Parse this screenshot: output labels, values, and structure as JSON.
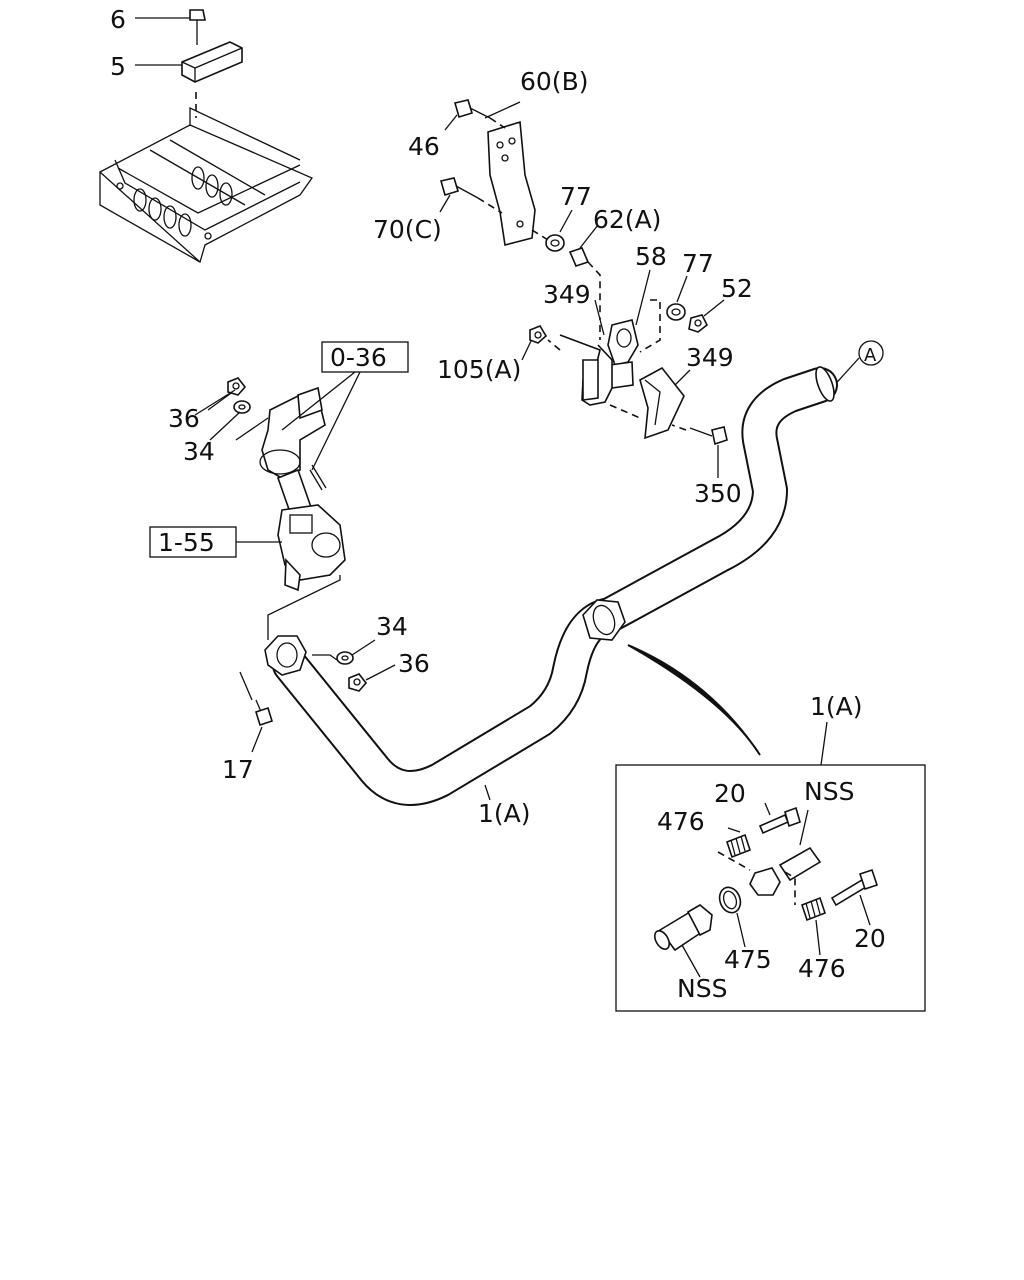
{
  "diagram": {
    "callouts": {
      "c6": "6",
      "c5": "5",
      "c60b": "60(B)",
      "c46": "46",
      "c70c": "70(C)",
      "c77a": "77",
      "c62a": "62(A)",
      "c58": "58",
      "c77b": "77",
      "c52": "52",
      "c349a": "349",
      "c349b": "349",
      "c105a": "105(A)",
      "c350": "350",
      "c036": "0-36",
      "c36a": "36",
      "c34a": "34",
      "c155": "1-55",
      "c34b": "34",
      "c36b": "36",
      "c17": "17",
      "c1a_pipe": "1(A)",
      "cA": "A"
    },
    "inset": {
      "title": "1(A)",
      "c20a": "20",
      "cNSSa": "NSS",
      "c476a": "476",
      "c476b": "476",
      "c475": "475",
      "c20b": "20",
      "cNSSb": "NSS"
    }
  }
}
